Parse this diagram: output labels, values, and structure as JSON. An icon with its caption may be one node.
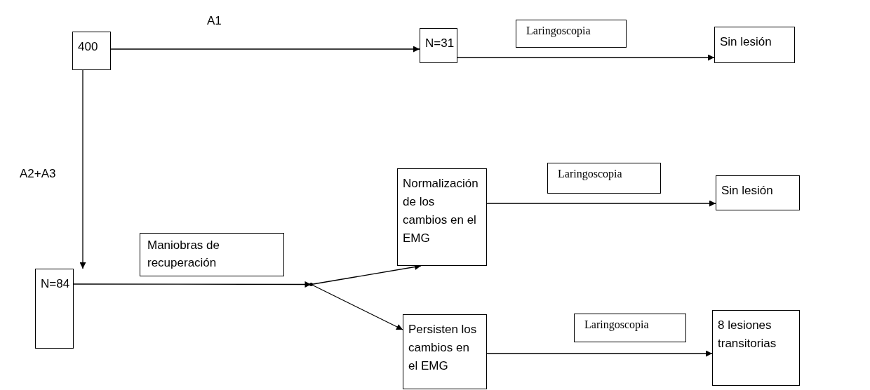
{
  "diagram": {
    "nodes": [
      {
        "text": [
          "400"
        ]
      },
      {
        "text": [
          "N=31"
        ]
      },
      {
        "text": [
          "Sin lesión"
        ]
      },
      {
        "text": [
          "N=84"
        ]
      },
      {
        "text": [
          "Normalización de los cambios en el EMG"
        ]
      },
      {
        "text": [
          "Sin lesión"
        ]
      },
      {
        "text": [
          "Persisten  los cambios en el EMG"
        ]
      },
      {
        "text": [
          "8 lesiones transitorias"
        ]
      },
      {
        "text": [],
        "shape": "point"
      }
    ],
    "edges": [
      {
        "from": 0,
        "to": 1,
        "arrow": "to",
        "label": "A1"
      },
      {
        "from": 0,
        "to": 3,
        "arrow": "to",
        "label": "A2+A3"
      },
      {
        "from": 1,
        "to": 2,
        "arrow": "to",
        "label": "Laringoscopia"
      },
      {
        "from": 3,
        "to": 8,
        "arrow": "to",
        "label": "Maniobras de recuperación"
      },
      {
        "from": 8,
        "to": 4,
        "arrow": "to"
      },
      {
        "from": 8,
        "to": 6,
        "arrow": "to"
      },
      {
        "from": 4,
        "to": 5,
        "arrow": "to",
        "label": "Laringoscopia"
      },
      {
        "from": 6,
        "to": 7,
        "arrow": "to",
        "label": "Laringoscopia"
      }
    ]
  }
}
